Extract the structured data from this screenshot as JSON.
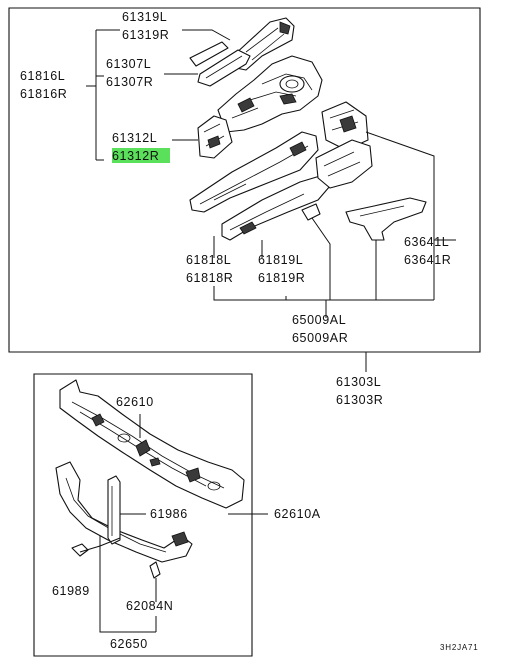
{
  "labels": {
    "p61319L": "61319L",
    "p61319R": "61319R",
    "p61307L": "61307L",
    "p61307R": "61307R",
    "p61816L": "61816L",
    "p61816R": "61816R",
    "p61312L": "61312L",
    "p61312R": "61312R",
    "p61818L": "61818L",
    "p61818R": "61818R",
    "p61819L": "61819L",
    "p61819R": "61819R",
    "p63641L": "63641L",
    "p63641R": "63641R",
    "p65009AL": "65009AL",
    "p65009AR": "65009AR",
    "p61303L": "61303L",
    "p61303R": "61303R",
    "p62610": "62610",
    "p62610A": "62610A",
    "p61986": "61986",
    "p61989": "61989",
    "p62084N": "62084N",
    "p62650": "62650"
  },
  "diagram_code": "3H2JA71",
  "highlighted_part": "61312R",
  "colors": {
    "highlight": "#5be05b",
    "line": "#111111"
  }
}
